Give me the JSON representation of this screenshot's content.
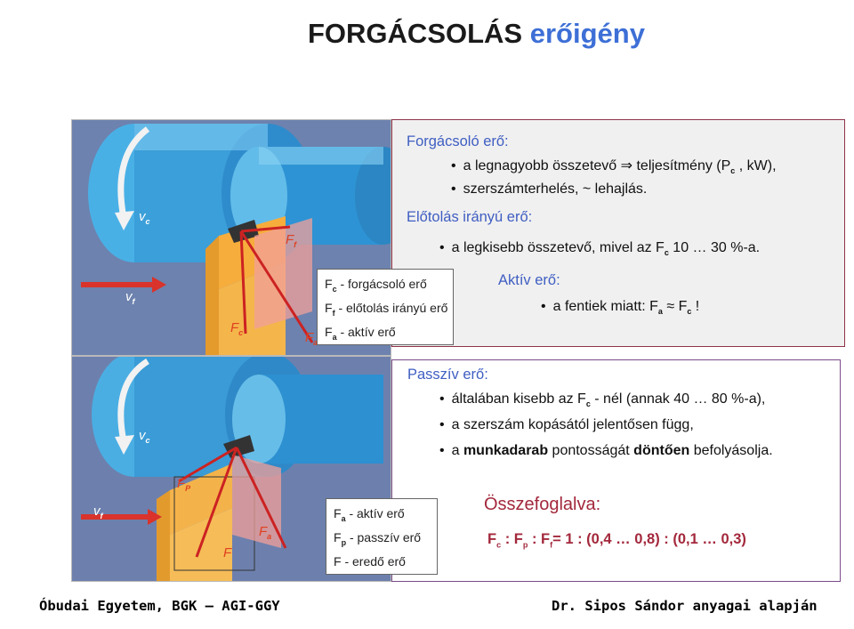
{
  "title": {
    "main": "FORGÁCSOLÁS",
    "accent": "erőigény"
  },
  "cutting": {
    "heading": "Forgácsoló erő:",
    "b1_text": "a legnagyobb összetevő ",
    "b1_arrow": "⇒",
    "b1_rest": " teljesítmény (P",
    "b1_sub": "c",
    "b1_end": " , kW),",
    "b2_text": "szerszámterhelés, ",
    "b2_sym": "~",
    "b2_end": " lehajlás."
  },
  "feed": {
    "heading": "Előtolás irányú erő:",
    "b1_text": "a legkisebb összetevő, mivel az F",
    "b1_sub": "c",
    "b1_end": " 10 … 30 %-a."
  },
  "active": {
    "heading": "Aktív erő:",
    "b1_text": "a fentiek miatt: F",
    "b1_sub1": "a",
    "b1_approx": " ≈ ",
    "b1_f": "F",
    "b1_sub2": "c",
    "b1_end": " !"
  },
  "passive": {
    "heading": "Passzív erő:",
    "b1_text": "általában kisebb az F",
    "b1_sub": "c",
    "b1_end": " - nél (annak 40 … 80 %-a),",
    "b2_text": "a szerszám kopásától jelentősen függ,",
    "b3_pre": "a ",
    "b3_bold1": "munkadarab",
    "b3_mid": " pontosságát ",
    "b3_bold2": "döntően",
    "b3_end": " befolyásolja."
  },
  "legend1": {
    "l1_f": "F",
    "l1_sub": "c",
    "l1_text": " - forgácsoló erő",
    "l2_f": "F",
    "l2_sub": "f",
    "l2_text": " - előtolás irányú erő",
    "l3_f": "F",
    "l3_sub": "a",
    "l3_text": " - aktív erő"
  },
  "legend2": {
    "l1_f": "F",
    "l1_sub": "a",
    "l1_text": " - aktív erő",
    "l2_f": "F",
    "l2_sub": "p",
    "l2_text": " - passzív erő",
    "l3_text": "F - eredő erő"
  },
  "summary": {
    "heading": "Összefoglalva:",
    "ratio_text": "F",
    "s1": "c",
    "t1": " : F",
    "s2": "p",
    "t2": " : F",
    "s3": "f",
    "t3": "= 1 : (0,4 … 0,8) : (0,1 … 0,3)"
  },
  "figure_labels": {
    "vc": "v",
    "vc_sub": "c",
    "vf": "v",
    "vf_sub": "f",
    "ff": "F",
    "ff_sub": "f",
    "fc": "F",
    "fc_sub": "c",
    "fa": "F",
    "fa_sub": "a",
    "fp": "F",
    "fp_sub": "P",
    "f": "F"
  },
  "footer": {
    "left": "Óbudai Egyetem, BGK – AGI-GGY",
    "right": "Dr. Sipos Sándor anyagai alapján"
  },
  "colors": {
    "accent_blue": "#3d6fd6",
    "summary_red": "#a3283c",
    "panel_border": "#8f3348"
  }
}
